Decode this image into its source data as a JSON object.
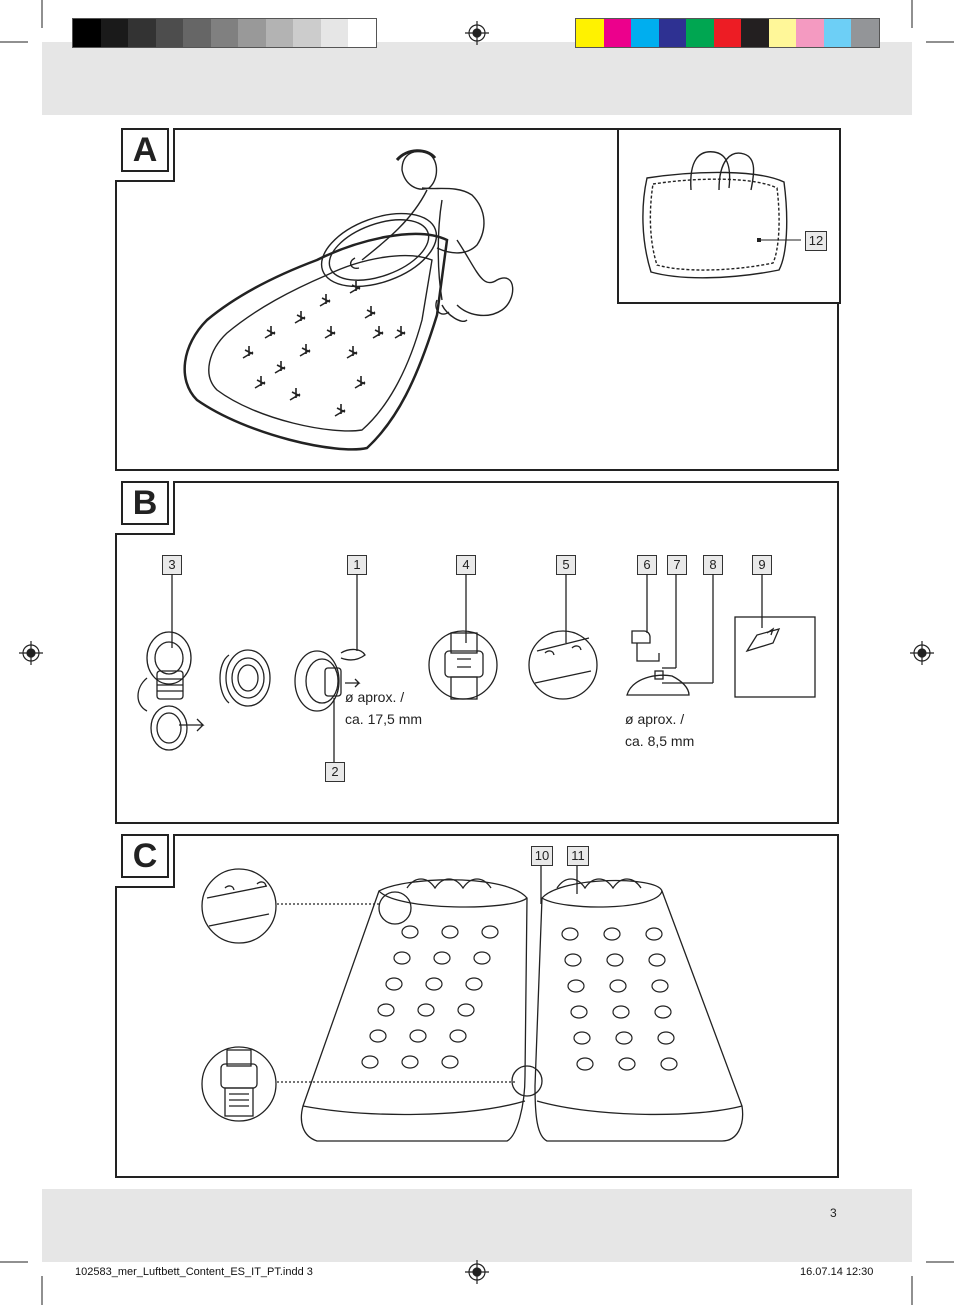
{
  "page_number": "3",
  "footer": {
    "file_name": "102583_mer_Luftbett_Content_ES_IT_PT.indd   3",
    "date_time": "16.07.14   12:30"
  },
  "calibration": {
    "grays": [
      "#000000",
      "#1a1a1a",
      "#333333",
      "#4d4d4d",
      "#666666",
      "#808080",
      "#999999",
      "#b3b3b3",
      "#cccccc",
      "#e6e6e6",
      "#ffffff"
    ],
    "colors": [
      "#fff200",
      "#ec008c",
      "#00aeef",
      "#2e3192",
      "#00a651",
      "#ed1c24",
      "#231f20",
      "#fff799",
      "#f49ac1",
      "#6dcff6",
      "#939598"
    ]
  },
  "sections": {
    "a": {
      "label": "A",
      "bag_callout": "12"
    },
    "b": {
      "label": "B",
      "callouts": {
        "c3": "3",
        "c1": "1",
        "c4": "4",
        "c5": "5",
        "c6": "6",
        "c7": "7",
        "c8": "8",
        "c9": "9",
        "c2": "2"
      },
      "valve_diameter": "ø aprox. /\nca. 17,5 mm",
      "patch_diameter": "ø aprox. /\nca. 8,5 mm"
    },
    "c": {
      "label": "C",
      "callouts": {
        "c10": "10",
        "c11": "11"
      }
    }
  }
}
